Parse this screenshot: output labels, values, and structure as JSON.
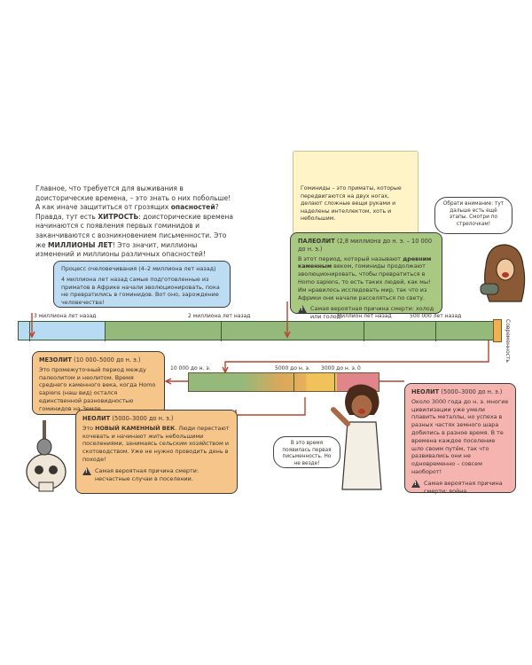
{
  "intro": {
    "p1": "Главное, что требуется для выживания в доисторические времена, – это знать о них побольше! А как иначе защититься от грозящих ",
    "p1_bold": "опасностей",
    "p1_end": "? Правда, тут есть ",
    "p2_bold": "ХИТРОСТЬ",
    "p2": ": доисторические времена начинаются с появления первых гоминидов и заканчиваются с возникновением письменности. Это же ",
    "p3_bold": "МИЛЛИОНЫ ЛЕТ",
    "p3": "! Это значит, миллионы изменений и миллионы различных опасностей!"
  },
  "hominids_note": "Гоминиды – это приматы, которые передвигаются на двух ногах, делают сложные вещи руками и наделены интеллектом, хоть и небольшим.",
  "humanization": {
    "title": "Процесс очеловечивания (4–2 миллиона лет назад)",
    "text": "4 миллиона лет назад самые подготовленные из приматов в Африке начали эволюционировать, пока не превратились в гоминидов. Вот оно, зарождение человечества!"
  },
  "paleolith": {
    "title": "ПАЛЕОЛИТ",
    "dates": "(2,8 миллиона до н. э. – 10 000 до н. э.)",
    "text_a": "В этот период, который называют ",
    "text_bold": "древним каменным",
    "text_b": " веком, гоминиды продолжают эволюционировать, чтобы превратиться в Homo sapiens, то есть таких людей, как мы! Им нравилось исследовать мир, так что из Африки они начали расселяться по свету.",
    "danger": "Самая вероятная причина смерти: холод или голод."
  },
  "timeline_labels": {
    "m3": "3 миллиона лет назад",
    "m2": "2 миллиона лет назад",
    "m1": "Миллион лет назад",
    "k500": "500 000 лет назад",
    "today": "Современность"
  },
  "mesolith": {
    "title": "МЕЗОЛИТ",
    "dates": "(10 000–5000 до н. э.)",
    "text": "Это промежуточный период между палеолитом и неолитом. Время среднего каменного века, когда Homo sapiens (наш вид) остался единственной разновидностью гоминидов на Земле."
  },
  "zoom_labels": {
    "z10000": "10 000 до н. э.",
    "z5000": "5000 до н. э.",
    "z3000": "3000 до н. э.",
    "z0": "0"
  },
  "neolith": {
    "title": "НЕОЛИТ",
    "dates": "(5000–3000 до н. э.)",
    "text_a": "Это ",
    "text_bold": "НОВЫЙ КАМЕННЫЙ ВЕК",
    "text_b": ". Люди перестают кочевать и начинают жить небольшими поселениями, занимаясь сельским хозяйством и скотоводством. Уже не нужно проводить день в походе!",
    "danger": "Самая вероятная причина смерти: несчастные случаи в поселении."
  },
  "eneolith": {
    "title": "НЕОЛИТ",
    "dates": "(5000–3000 до н. э.)",
    "text": "Около 3000 года до н. э. многие цивилизации уже умели плавить металлы, но успеха в разных частях земного шара добились в разное время. В те времена каждое поселение шло своим путём, так что развивались они не одновременно – совсем наоборот!",
    "danger": "Самая вероятная причина смерти: война."
  },
  "bubble_caveman": "Обрати внимание: тут дальше есть ещё этапы. Смотри по стрелочкам!",
  "bubble_girl": "В это время появилась первая письменность. Но не везде!",
  "colors": {
    "note_bg": "#fff3c8",
    "blue_box": "#bcdcf4",
    "green_box": "#a9c882",
    "orange_box": "#f6c58a",
    "pink_box": "#f6b4b0",
    "bar_blue": "#b7dbf2",
    "bar_green": "#94b97b",
    "arrow_red": "#b5452f"
  }
}
